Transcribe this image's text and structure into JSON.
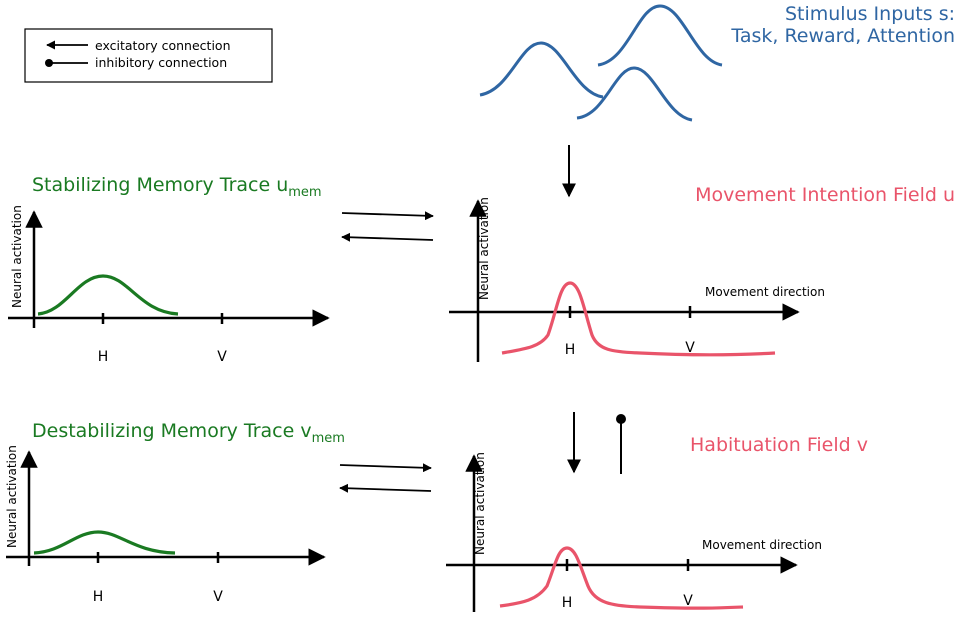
{
  "colors": {
    "green": "#1a7a22",
    "blue": "#2f66a3",
    "red": "#e9546a",
    "black": "#000000"
  },
  "legend": {
    "excitatory": "excitatory connection",
    "inhibitory": "inhibitory connection"
  },
  "stimulus": {
    "title_line1": "Stimulus Inputs s:",
    "title_line2": "Task, Reward, Attention"
  },
  "fields": {
    "stabilizing": {
      "title": "Stabilizing Memory Trace u",
      "subscript": "mem"
    },
    "destabilizing": {
      "title": "Destabilizing Memory Trace v",
      "subscript": "mem"
    },
    "intention": {
      "title": "Movement Intention Field u"
    },
    "habituation": {
      "title": "Habituation Field v"
    }
  },
  "axes": {
    "ylabel": "Neural activation",
    "xlabel": "Movement direction",
    "tick_h": "H",
    "tick_v": "V"
  }
}
